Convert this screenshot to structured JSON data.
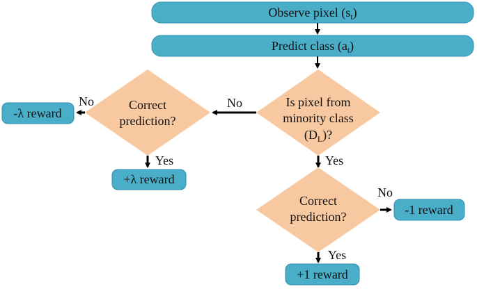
{
  "nodes": {
    "observe": {
      "label_main": "Observe pixel (s",
      "label_sub": "t",
      "label_end": ")"
    },
    "predict": {
      "label_main": "Predict class (a",
      "label_sub": "t",
      "label_end": ")"
    },
    "minority": {
      "line1": "Is pixel from",
      "line2": "minority class",
      "line3_main": "(D",
      "line3_sub": "L",
      "line3_end": ")?"
    },
    "correct_left": {
      "line1": "Correct",
      "line2": "prediction?"
    },
    "correct_right": {
      "line1": "Correct",
      "line2": "prediction?"
    },
    "neg_lambda": {
      "label": "-λ reward"
    },
    "pos_lambda": {
      "label": "+λ reward"
    },
    "neg_one": {
      "label": "-1 reward"
    },
    "pos_one": {
      "label": "+1 reward"
    }
  },
  "edges": {
    "minority_no": "No",
    "minority_yes": "Yes",
    "correct_left_no": "No",
    "correct_left_yes": "Yes",
    "correct_right_no": "No",
    "correct_right_yes": "Yes"
  },
  "colors": {
    "box_fill": "#4aaec8",
    "box_stroke": "#2d8fac",
    "diamond_fill": "#f8c9a0",
    "arrow": "#000000"
  }
}
